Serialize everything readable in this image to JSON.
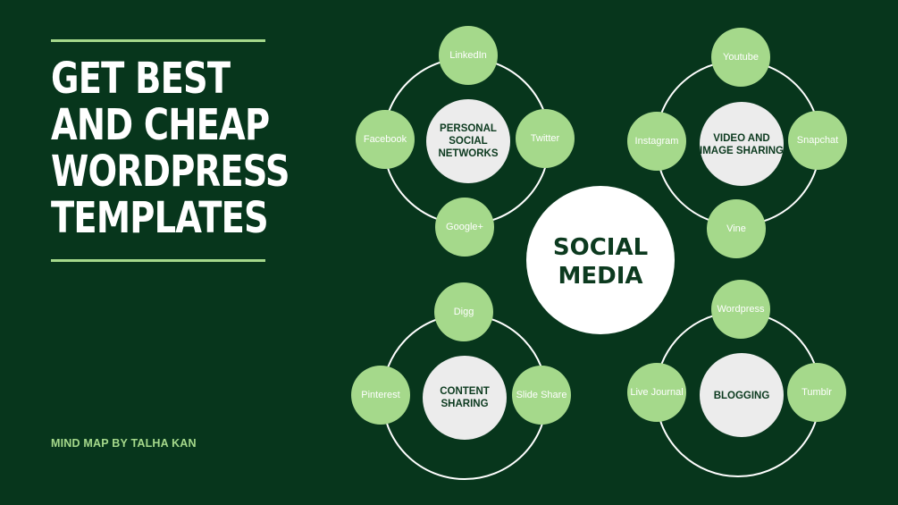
{
  "colors": {
    "background": "#07361c",
    "accent": "#a5d98b",
    "hub": "#ececec",
    "center": "#ffffff",
    "dark_text": "#0c3a1f"
  },
  "title_lines": [
    "GET BEST",
    "AND CHEAP",
    "WORDPRESS",
    "TEMPLATES"
  ],
  "credit": "MIND MAP BY TALHA KAN",
  "center": {
    "lines": [
      "SOCIAL",
      "MEDIA"
    ]
  },
  "clusters": [
    {
      "name": "personal-social-networks",
      "hub_lines": [
        "PERSONAL",
        "SOCIAL",
        "NETWORKS"
      ],
      "leaves": [
        "LinkedIn",
        "Twitter",
        "Google+",
        "Facebook"
      ]
    },
    {
      "name": "video-and-image-sharing",
      "hub_lines": [
        "VIDEO AND",
        "IMAGE SHARING"
      ],
      "leaves": [
        "Youtube",
        "Snapchat",
        "Vine",
        "Instagram"
      ]
    },
    {
      "name": "content-sharing",
      "hub_lines": [
        "CONTENT",
        "SHARING"
      ],
      "leaves": [
        "Digg",
        "Slide Share",
        "Pinterest"
      ]
    },
    {
      "name": "blogging",
      "hub_lines": [
        "BLOGGING"
      ],
      "leaves": [
        "Wordpress",
        "Tumblr",
        "Live Journal"
      ]
    }
  ]
}
